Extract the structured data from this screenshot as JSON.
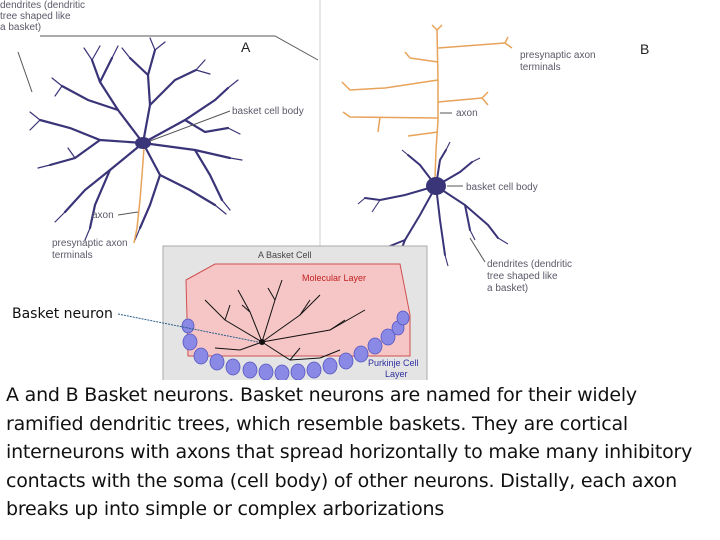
{
  "panel_a": {
    "letter": "A",
    "label_dendrites_1": "dendrites (dendritic",
    "label_dendrites_2": "tree shaped like",
    "label_dendrites_3": "a basket)",
    "label_cell_body": "basket cell body",
    "label_axon": "axon",
    "label_terminals_1": "presynaptic axon",
    "label_terminals_2": "terminals"
  },
  "panel_b": {
    "letter": "B",
    "label_terminals_1": "presynaptic axon",
    "label_terminals_2": "terminals",
    "label_axon": "axon",
    "label_cell_body": "basket cell body",
    "label_dendrites_1": "dendrites (dendritic",
    "label_dendrites_2": "tree shaped like",
    "label_dendrites_3": "a basket)"
  },
  "inset": {
    "title": "A Basket Cell",
    "molecular_layer": "Molecular Layer",
    "purkinje_1": "Purkinje Cell",
    "purkinje_2": "Layer"
  },
  "callout": "Basket neuron",
  "caption": "A and B Basket neurons. Basket neurons are named for their widely ramified dendritic trees, which resemble baskets. They are  cortical interneurons with axons that spread horizontally to make many inhibitory contacts with the soma (cell body) of other neurons. Distally, each axon breaks up into simple or complex arborizations",
  "colors": {
    "neuron": "#3a3478",
    "axon": "#e8a35a",
    "inset_bg": "#f6c6c6",
    "purkinje": "#8a8ae6"
  }
}
